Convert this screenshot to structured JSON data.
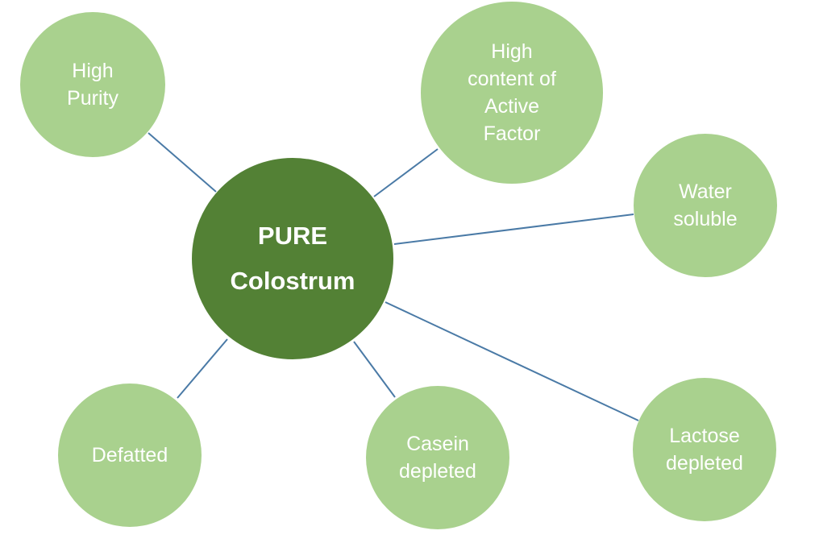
{
  "center": {
    "label": "PURE\nColostrum",
    "color": "#538135"
  },
  "satellites": [
    {
      "id": "high-purity",
      "label": "High\nPurity"
    },
    {
      "id": "active-factor",
      "label": "High\ncontent of\nActive\nFactor"
    },
    {
      "id": "water-soluble",
      "label": "Water\nsoluble"
    },
    {
      "id": "lactose-depleted",
      "label": "Lactose\ndepleted"
    },
    {
      "id": "casein-depleted",
      "label": "Casein\ndepleted"
    },
    {
      "id": "defatted",
      "label": "Defatted"
    }
  ],
  "colors": {
    "satellite_fill": "#a9d18e",
    "connector": "#4a7aa6",
    "text": "#ffffff"
  }
}
